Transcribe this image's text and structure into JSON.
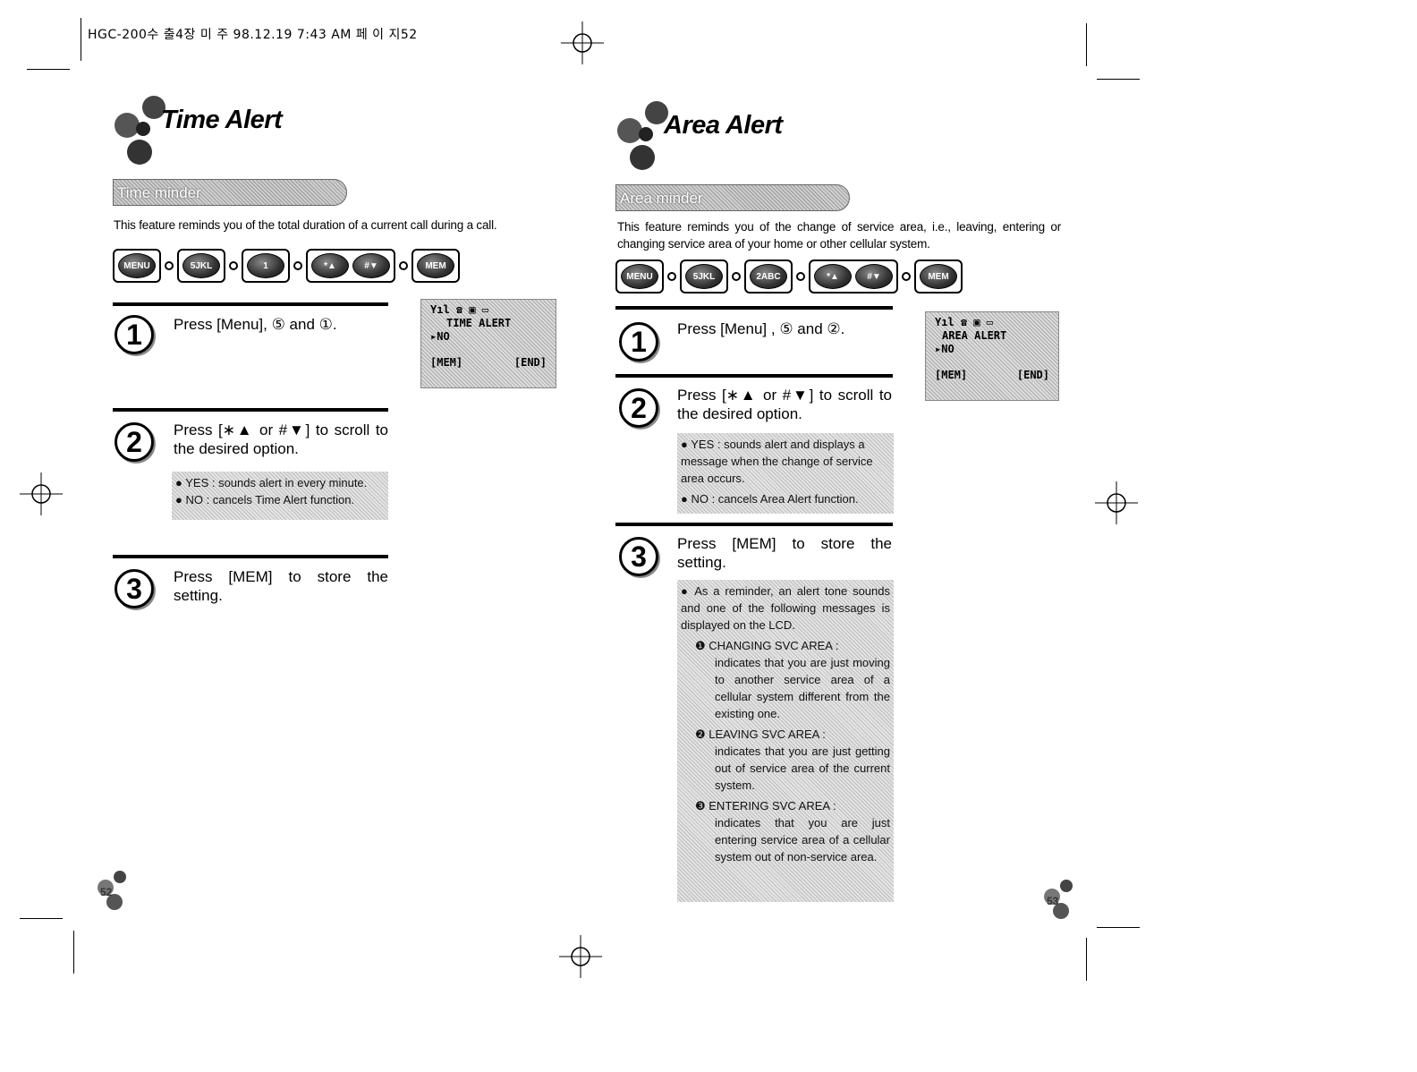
{
  "header": {
    "text": "HGC-200수 출4장 미 주 98.12.19 7:43 AM    페 이 지52"
  },
  "left": {
    "title": "Time Alert",
    "banner": "Time minder",
    "intro": "This feature reminds you of the total duration of a current call during a call.",
    "keys": [
      [
        "MENU"
      ],
      [
        "5JKL"
      ],
      [
        "1"
      ],
      [
        "*▲",
        "#▼"
      ],
      [
        "MEM"
      ]
    ],
    "steps": [
      {
        "num": "1",
        "text": "Press [Menu], ⑤ and ①."
      },
      {
        "num": "2",
        "text": "Press [∗▲ or #▼] to scroll to the desired option."
      },
      {
        "num": "3",
        "text": "Press [MEM] to store the setting."
      }
    ],
    "notes": [
      "● YES : sounds alert in every minute.",
      "● NO : cancels Time Alert function."
    ],
    "lcd": {
      "icons": "Yıl  ☎  ▣  ▭",
      "line1": "TIME ALERT",
      "line2": "▸NO",
      "soft_left": "[MEM]",
      "soft_right": "[END]"
    },
    "page": "52"
  },
  "right": {
    "title": "Area Alert",
    "banner": "Area minder",
    "intro": "This feature reminds you of the change of service area, i.e., leaving, entering or changing service area of your home or other cellular system.",
    "keys": [
      [
        "MENU"
      ],
      [
        "5JKL"
      ],
      [
        "2ABC"
      ],
      [
        "*▲",
        "#▼"
      ],
      [
        "MEM"
      ]
    ],
    "steps": [
      {
        "num": "1",
        "text": "Press [Menu] , ⑤ and ②."
      },
      {
        "num": "2",
        "text": "Press [∗▲ or #▼] to scroll to the desired option."
      },
      {
        "num": "3",
        "text": "Press [MEM] to store the setting."
      }
    ],
    "notes2": [
      "● YES : sounds alert and displays a message when the change of service area occurs.",
      "● NO : cancels Area Alert function."
    ],
    "notes3": {
      "intro": "● As a reminder, an alert tone sounds and one of the following messages is displayed on the LCD.",
      "items": [
        {
          "label": "❶ CHANGING SVC AREA :",
          "text": "indicates that you are just moving to another service area of a cellular system different from the existing one."
        },
        {
          "label": "❷ LEAVING SVC AREA :",
          "text": "indicates that you are just getting out of service area of the current system."
        },
        {
          "label": "❸ ENTERING SVC AREA :",
          "text": "indicates that you are just entering service area of a cellular system out of non-service area."
        }
      ]
    },
    "lcd": {
      "icons": "Yıl  ☎  ▣  ▭",
      "line1": "AREA ALERT",
      "line2": "▸NO",
      "soft_left": "[MEM]",
      "soft_right": "[END]"
    },
    "page": "53"
  }
}
